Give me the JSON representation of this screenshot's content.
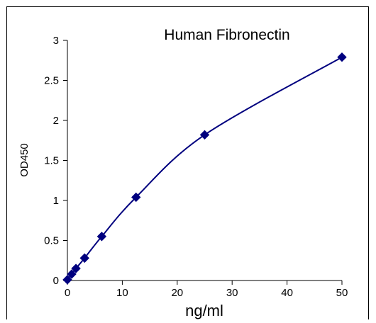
{
  "chart_data": {
    "type": "scatter",
    "title": "Human  Fibronectin",
    "xlabel": "ng/ml",
    "ylabel": "OD450",
    "xlim": [
      0,
      50
    ],
    "ylim": [
      0,
      3
    ],
    "xticks": [
      0,
      10,
      20,
      30,
      40,
      50
    ],
    "yticks": [
      0,
      0.5,
      1,
      1.5,
      2,
      2.5,
      3
    ],
    "xtick_labels": [
      "0",
      "10",
      "20",
      "30",
      "40",
      "50"
    ],
    "ytick_labels": [
      "0",
      "0.5",
      "1",
      "1.5",
      "2",
      "2.5",
      "3"
    ],
    "grid": false,
    "legend": "none",
    "series": [
      {
        "x": [
          0,
          0.78,
          1.56,
          3.13,
          6.25,
          12.5,
          25,
          50
        ],
        "y": [
          0.01,
          0.08,
          0.15,
          0.28,
          0.55,
          1.04,
          1.82,
          2.79
        ],
        "marker": "diamond",
        "line": "smooth"
      }
    ],
    "colors": {
      "series": "#00007f",
      "axes": "#000000",
      "frame": "#000000"
    }
  }
}
